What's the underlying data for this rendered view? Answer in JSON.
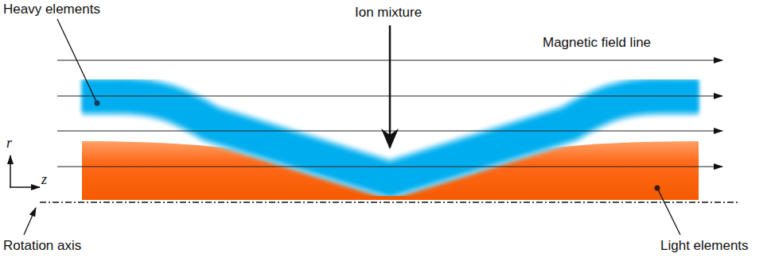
{
  "diagram": {
    "labels": [
      "Heavy elements",
      "Ion mixture",
      "Magnetic field line",
      "r",
      "z",
      "Rotation axis",
      "Light elements"
    ]
  }
}
